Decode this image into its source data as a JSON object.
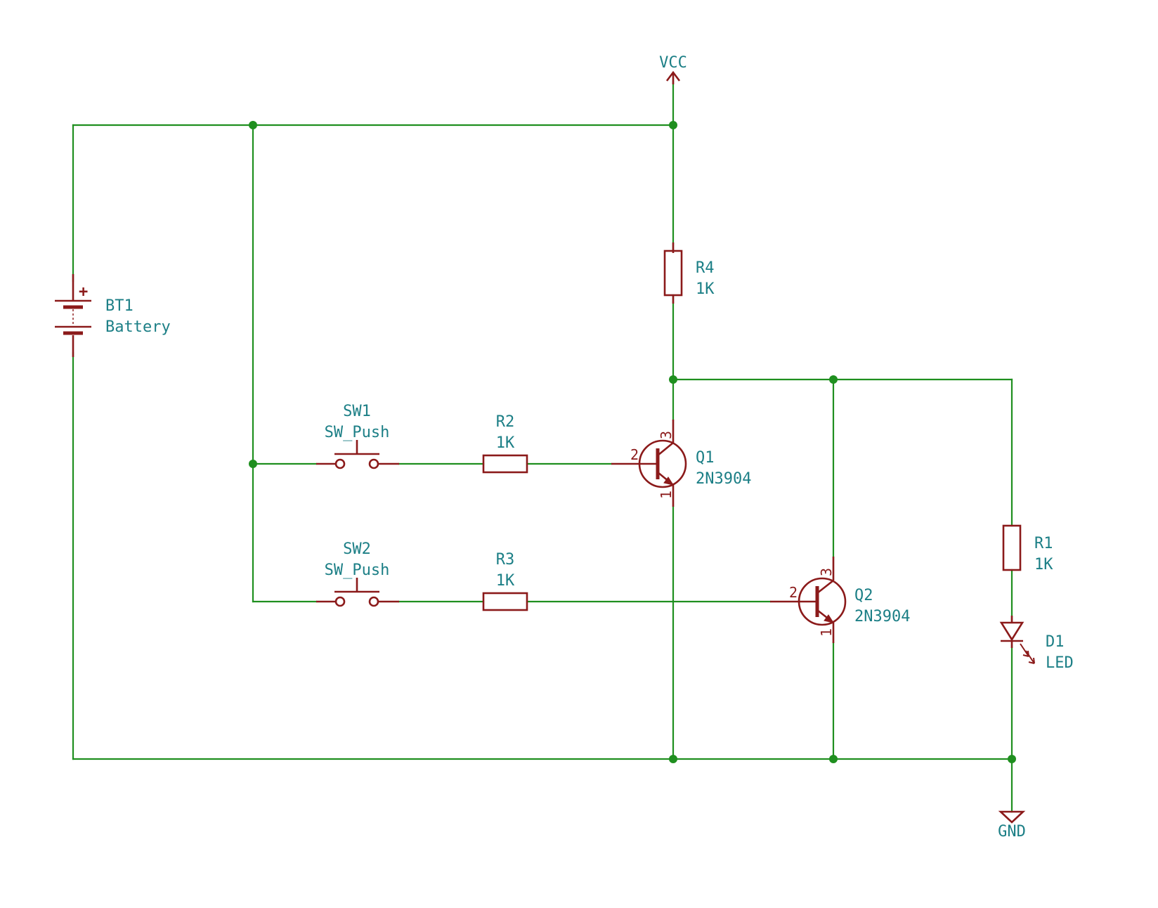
{
  "power": {
    "vcc": "VCC",
    "gnd": "GND"
  },
  "components": {
    "bt1": {
      "ref": "BT1",
      "value": "Battery",
      "plus": "+"
    },
    "r4": {
      "ref": "R4",
      "value": "1K"
    },
    "r2": {
      "ref": "R2",
      "value": "1K"
    },
    "r3": {
      "ref": "R3",
      "value": "1K"
    },
    "r1": {
      "ref": "R1",
      "value": "1K"
    },
    "sw1": {
      "ref": "SW1",
      "value": "SW_Push"
    },
    "sw2": {
      "ref": "SW2",
      "value": "SW_Push"
    },
    "q1": {
      "ref": "Q1",
      "value": "2N3904",
      "pin_base": "2",
      "pin_collector": "3",
      "pin_emitter": "1"
    },
    "q2": {
      "ref": "Q2",
      "value": "2N3904",
      "pin_base": "2",
      "pin_collector": "3",
      "pin_emitter": "1"
    },
    "d1": {
      "ref": "D1",
      "value": "LED"
    }
  },
  "colors": {
    "wire": "#1f8f1f",
    "symbol": "#8b1a1a",
    "label": "#1c7f86",
    "background": "#ffffff"
  }
}
